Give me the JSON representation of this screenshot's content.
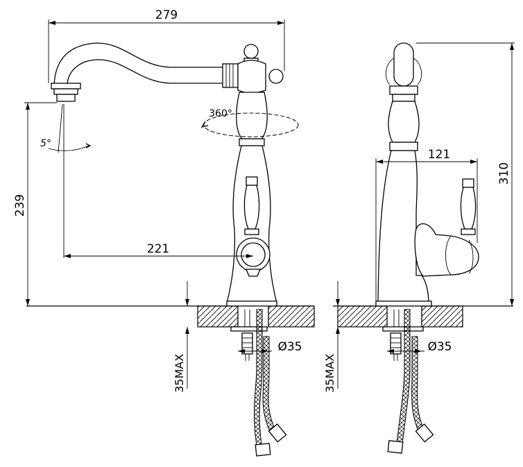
{
  "dimensions": {
    "spout_reach": "279",
    "rotation": "360°",
    "spout_angle": "5°",
    "spout_height": "239",
    "spout_projection": "221",
    "total_height": "310",
    "body_width": "121",
    "hole_diameter": "Ø35",
    "max_counter_thickness": "35MAX"
  }
}
